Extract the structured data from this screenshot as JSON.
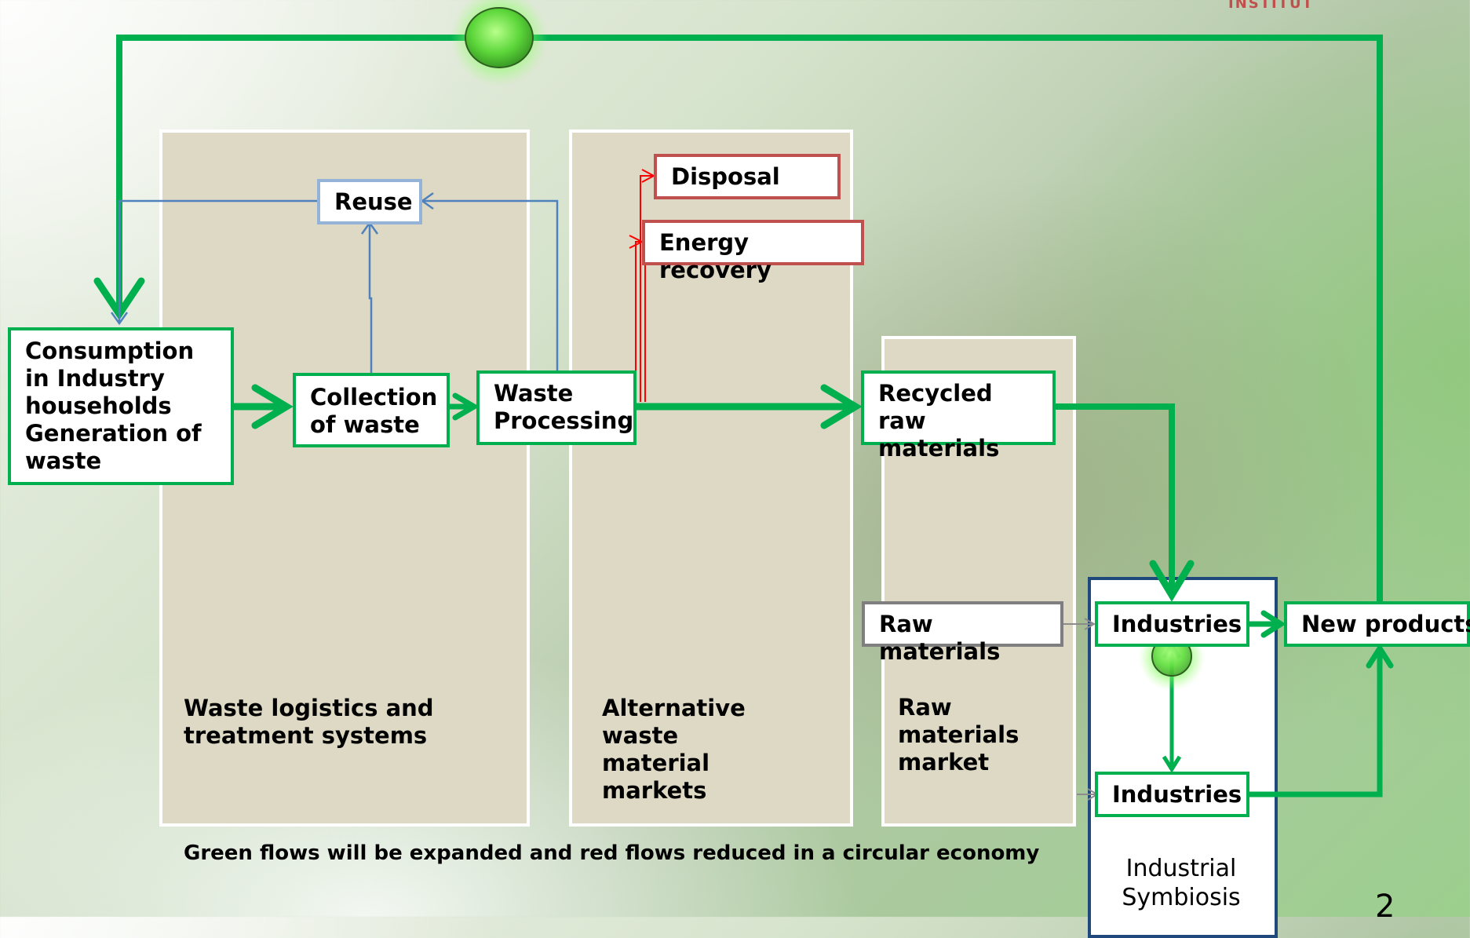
{
  "logo_text": "INSTITUT",
  "boxes": {
    "consumption": "Consumption in Industry households Generation of waste",
    "collection": "Collection of waste",
    "processing": "Waste Processing",
    "reuse": "Reuse",
    "disposal": "Disposal",
    "energy": "Energy recovery",
    "recycled": "Recycled raw materials",
    "raw_materials": "Raw materials",
    "industries_top": "Industries",
    "industries_bottom": "Industries",
    "new_products": "New products"
  },
  "columns": {
    "waste_logistics": "Waste logistics and treatment systems",
    "alternative_markets": "Alternative waste material markets",
    "raw_market": "Raw materials market",
    "symbiosis": "Industrial Symbiosis"
  },
  "footnote": "Green flows will be expanded and red flows reduced in a circular economy",
  "page_number": "2",
  "colors": {
    "green_flow": "#00b04f",
    "red_flow": "#ff0000",
    "blue_flow": "#4f81bd",
    "gray_flow": "#7f7f7f"
  }
}
